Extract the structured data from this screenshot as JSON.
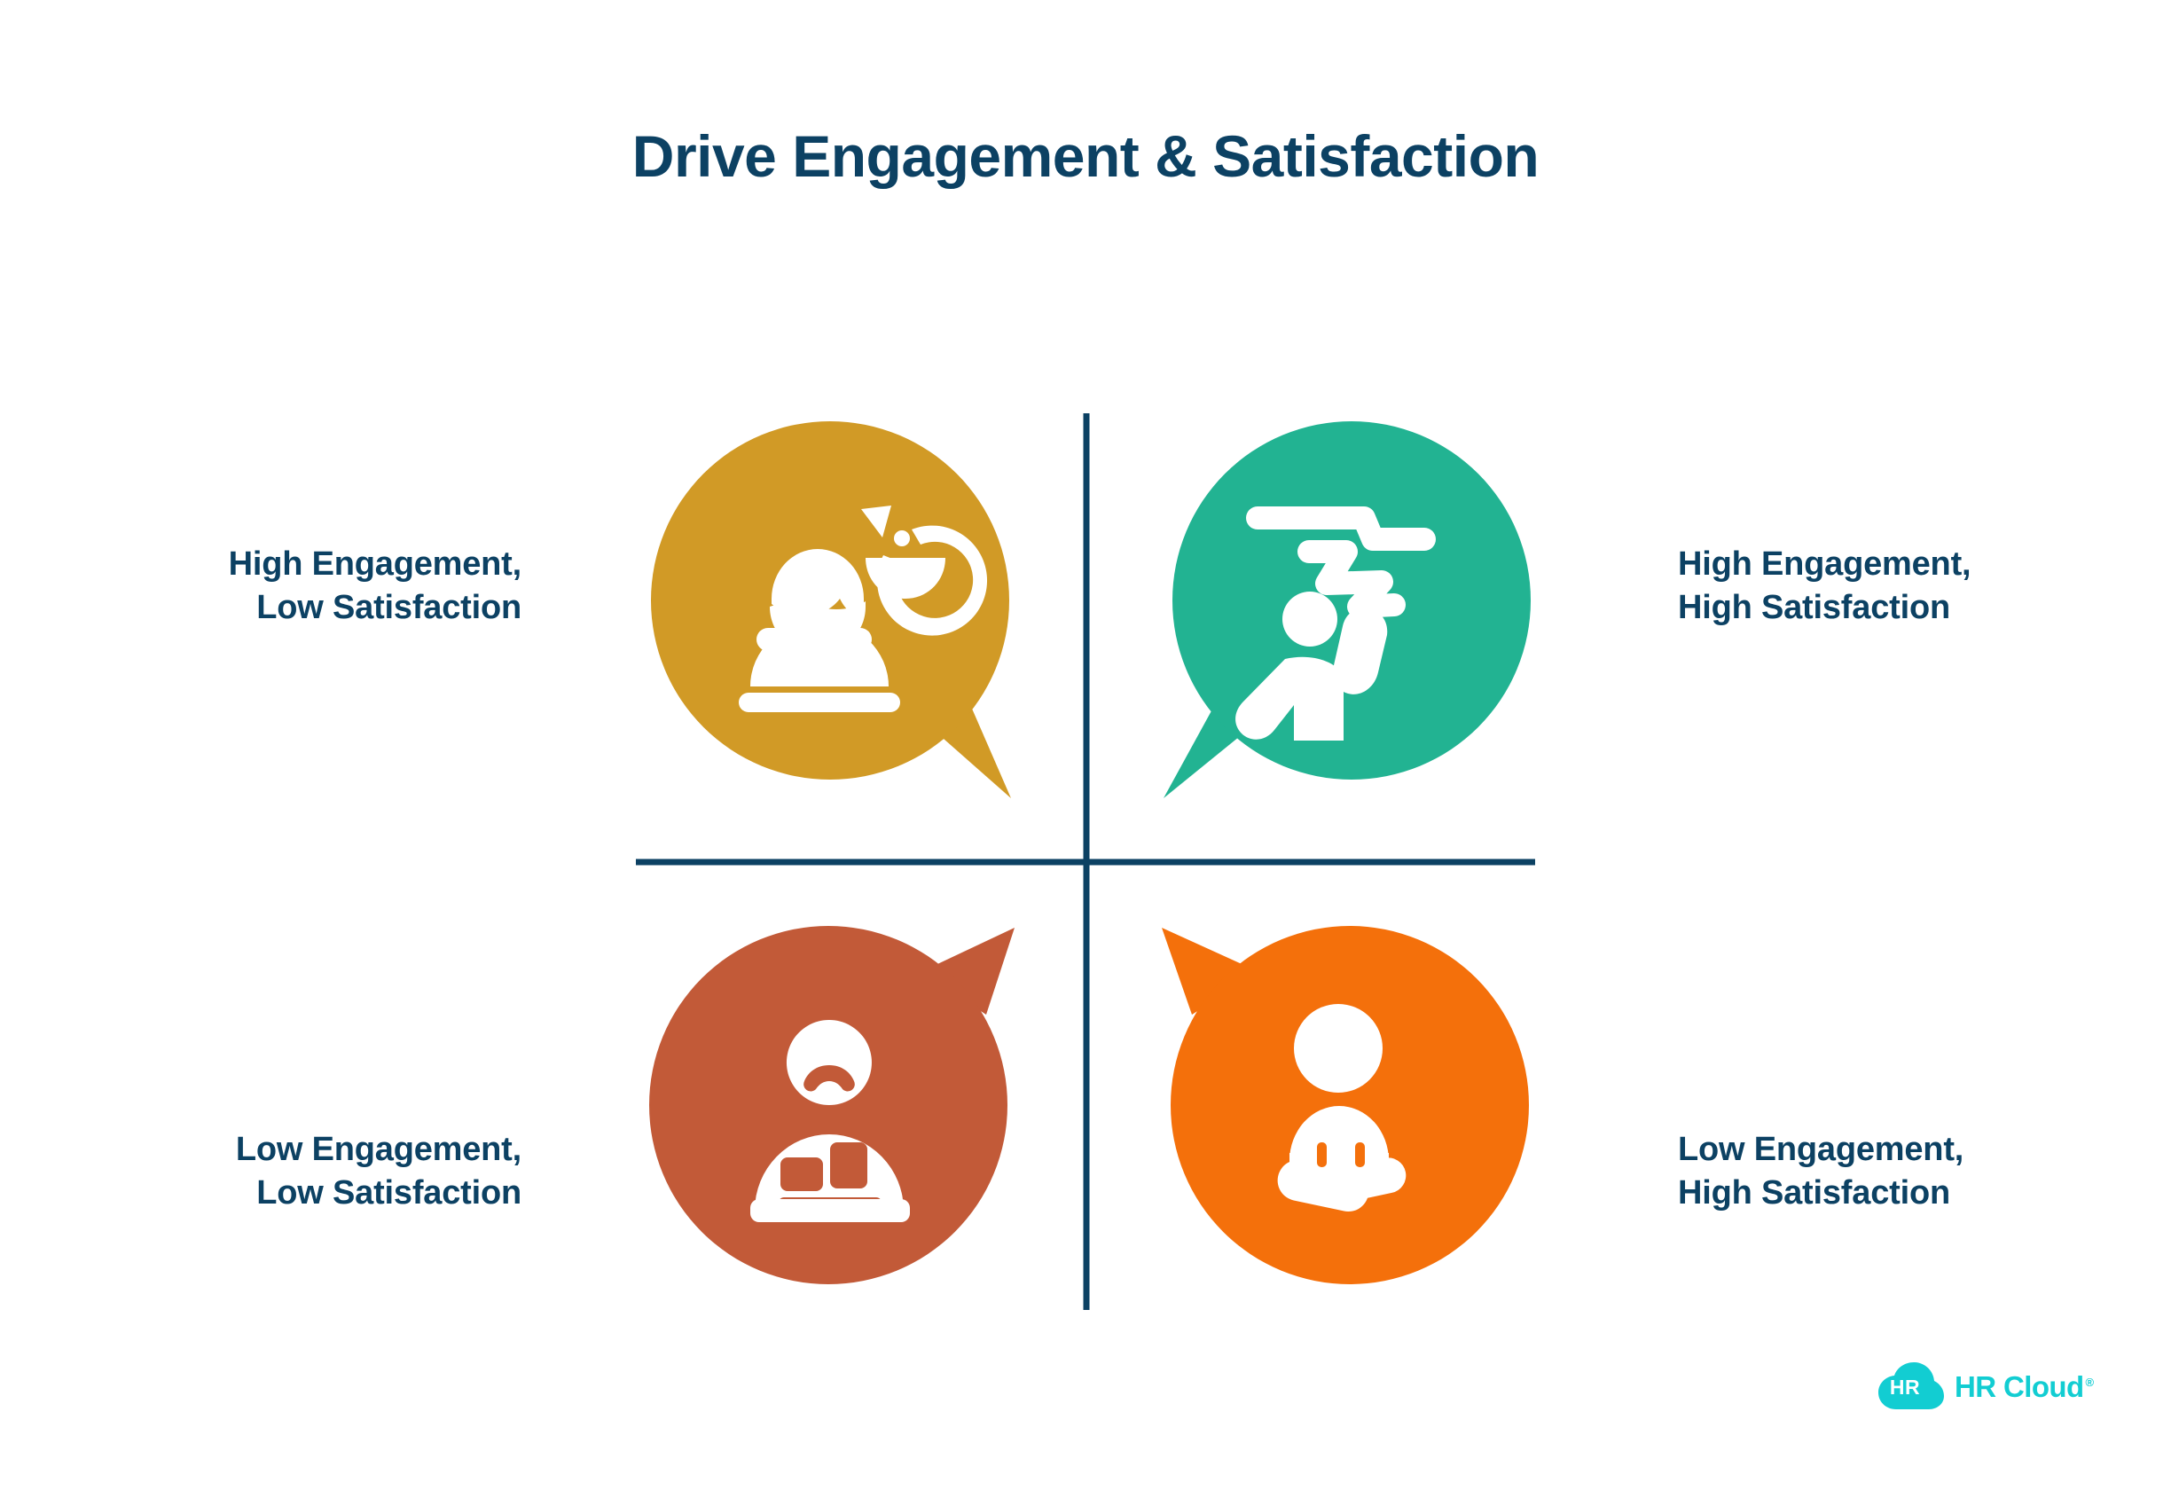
{
  "page": {
    "background_color": "#ffffff",
    "title": "Drive Engagement & Satisfaction",
    "title_color": "#0c4163"
  },
  "matrix": {
    "axis_color": "#0c4163",
    "quadrants": [
      {
        "id": "top-left",
        "position": "top-left",
        "line1": "High Engagement,",
        "line2": "Low Satisfaction",
        "bubble_color": "#d19a26",
        "icon_name": "person-mood-change-icon",
        "tail_direction": "bottom-right"
      },
      {
        "id": "top-right",
        "position": "top-right",
        "line1": "High Engagement,",
        "line2": "High Satisfaction",
        "bubble_color": "#22b392",
        "icon_name": "person-climbing-growth-icon",
        "tail_direction": "bottom-left"
      },
      {
        "id": "bottom-left",
        "position": "bottom-left",
        "line1": "Low Engagement,",
        "line2": "Low Satisfaction",
        "bubble_color": "#c25a38",
        "icon_name": "sad-person-on-couch-icon",
        "tail_direction": "top-right"
      },
      {
        "id": "bottom-right",
        "position": "bottom-right",
        "line1": "Low Engagement,",
        "line2": "High Satisfaction",
        "bubble_color": "#f4700b",
        "icon_name": "person-meditating-icon",
        "tail_direction": "top-left"
      }
    ]
  },
  "logo": {
    "mark_text": "HR",
    "wordmark": "HR Cloud",
    "trademark": "®",
    "color": "#12cdd2"
  }
}
